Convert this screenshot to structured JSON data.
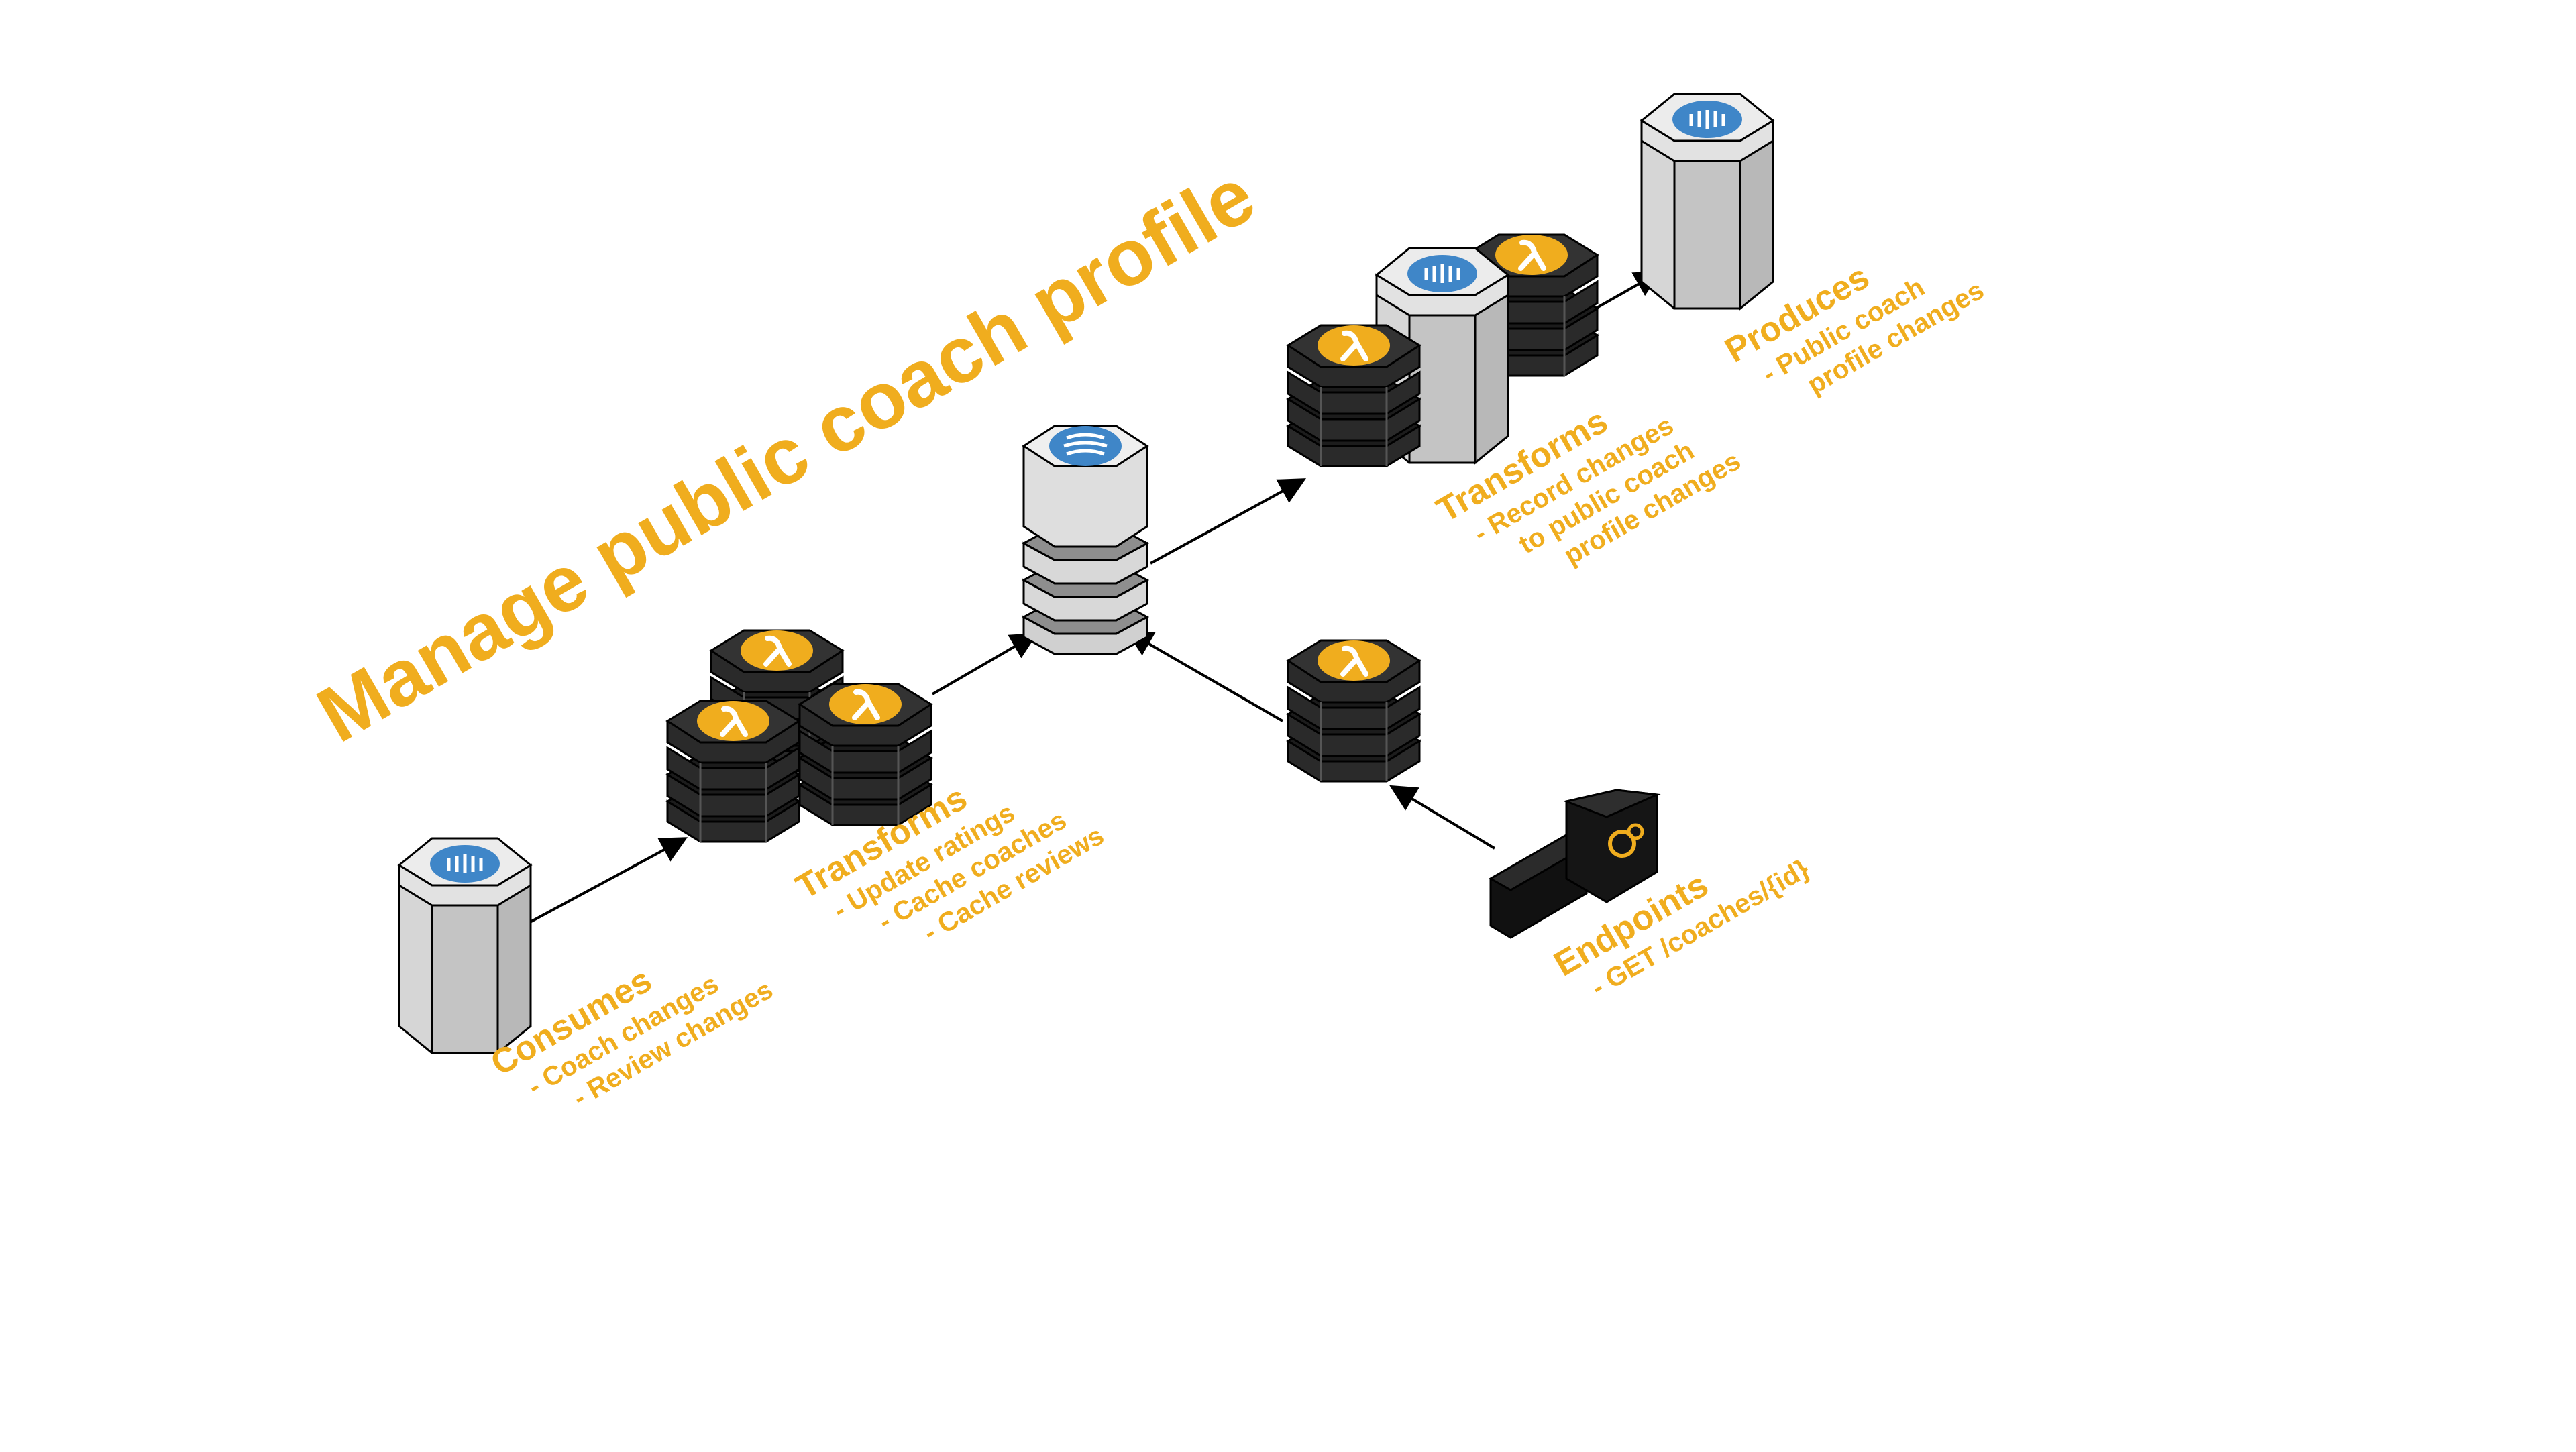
{
  "title": "Manage public coach profile",
  "colors": {
    "accent": "#f0ad1e",
    "lambda_dark": "#1f1f1f",
    "store_light": "#d9d9d9",
    "store_icon": "#3f86c8"
  },
  "icons": {
    "lambda": "lambda-icon",
    "store": "database-stream-icon",
    "api": "api-gateway-icon"
  },
  "labels": {
    "consumes": {
      "heading": "Consumes",
      "items": [
        "- Coach changes",
        "- Review changes"
      ]
    },
    "transforms1": {
      "heading": "Transforms",
      "items": [
        "- Update ratings",
        "- Cache coaches",
        "- Cache reviews"
      ]
    },
    "transforms2": {
      "heading": "Transforms",
      "items": [
        "- Record changes",
        "to public coach",
        "profile changes"
      ]
    },
    "produces": {
      "heading": "Produces",
      "items": [
        "- Public coach",
        "profile changes"
      ]
    },
    "endpoints": {
      "heading": "Endpoints",
      "items": [
        "- GET /coaches/{id}"
      ]
    }
  }
}
